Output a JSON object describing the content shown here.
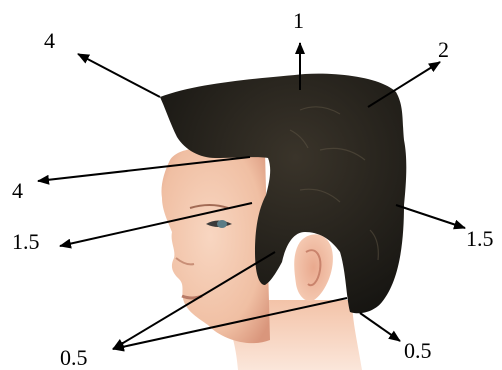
{
  "labels": {
    "top": "1",
    "top_right": "2",
    "top_left": "4",
    "side_left": "4",
    "sideburn": "1.5",
    "back": "1.5",
    "nape": "0.5",
    "lower_left": "0.5"
  },
  "colors": {
    "hair": "#1b1913",
    "hair_highlight": "#6b6049",
    "skin": "#f2c6ad",
    "skin_shadow": "#d99880",
    "arrow": "#000000"
  }
}
